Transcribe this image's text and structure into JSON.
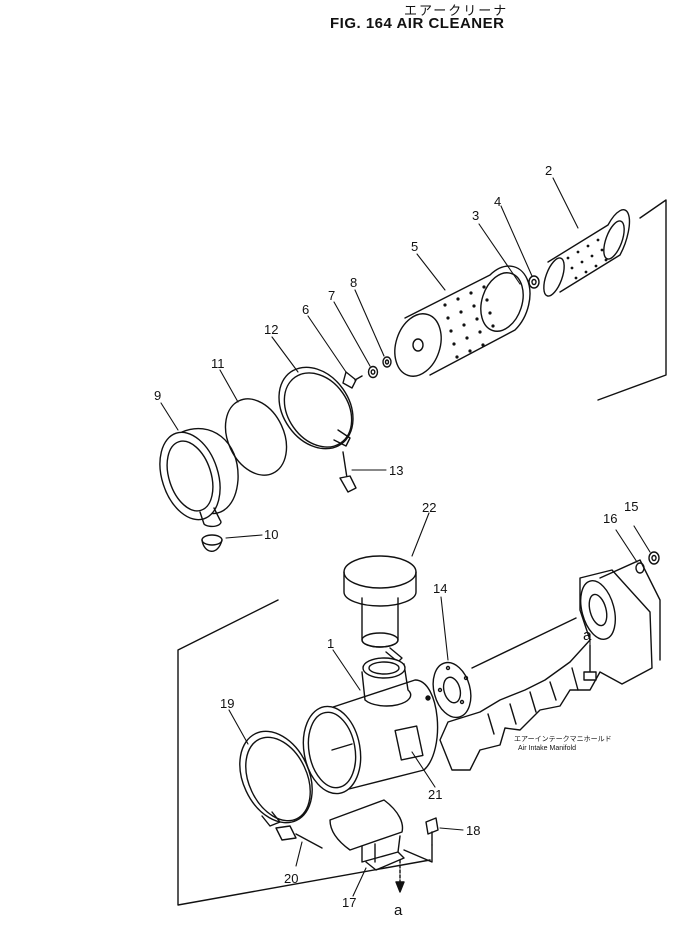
{
  "header": {
    "title_jp": "エアークリーナ",
    "title": "FIG. 164  AIR CLEANER"
  },
  "callouts": [
    {
      "id": "c1",
      "text": "1"
    },
    {
      "id": "c2",
      "text": "2"
    },
    {
      "id": "c3",
      "text": "3"
    },
    {
      "id": "c4",
      "text": "4"
    },
    {
      "id": "c5",
      "text": "5"
    },
    {
      "id": "c6",
      "text": "6"
    },
    {
      "id": "c7",
      "text": "7"
    },
    {
      "id": "c8",
      "text": "8"
    },
    {
      "id": "c9",
      "text": "9"
    },
    {
      "id": "c10",
      "text": "10"
    },
    {
      "id": "c11",
      "text": "11"
    },
    {
      "id": "c12",
      "text": "12"
    },
    {
      "id": "c13",
      "text": "13"
    },
    {
      "id": "c14",
      "text": "14"
    },
    {
      "id": "c15",
      "text": "15"
    },
    {
      "id": "c16",
      "text": "16"
    },
    {
      "id": "c17",
      "text": "17"
    },
    {
      "id": "c18",
      "text": "18"
    },
    {
      "id": "c19",
      "text": "19"
    },
    {
      "id": "c20",
      "text": "20"
    },
    {
      "id": "c21",
      "text": "21"
    },
    {
      "id": "c22",
      "text": "22"
    }
  ],
  "reference_marks": {
    "a_top": "a",
    "a_bottom": "a"
  },
  "manifold_label": {
    "jp": "エアーインテークマニホールド",
    "en": "Air Intake Manifold"
  }
}
